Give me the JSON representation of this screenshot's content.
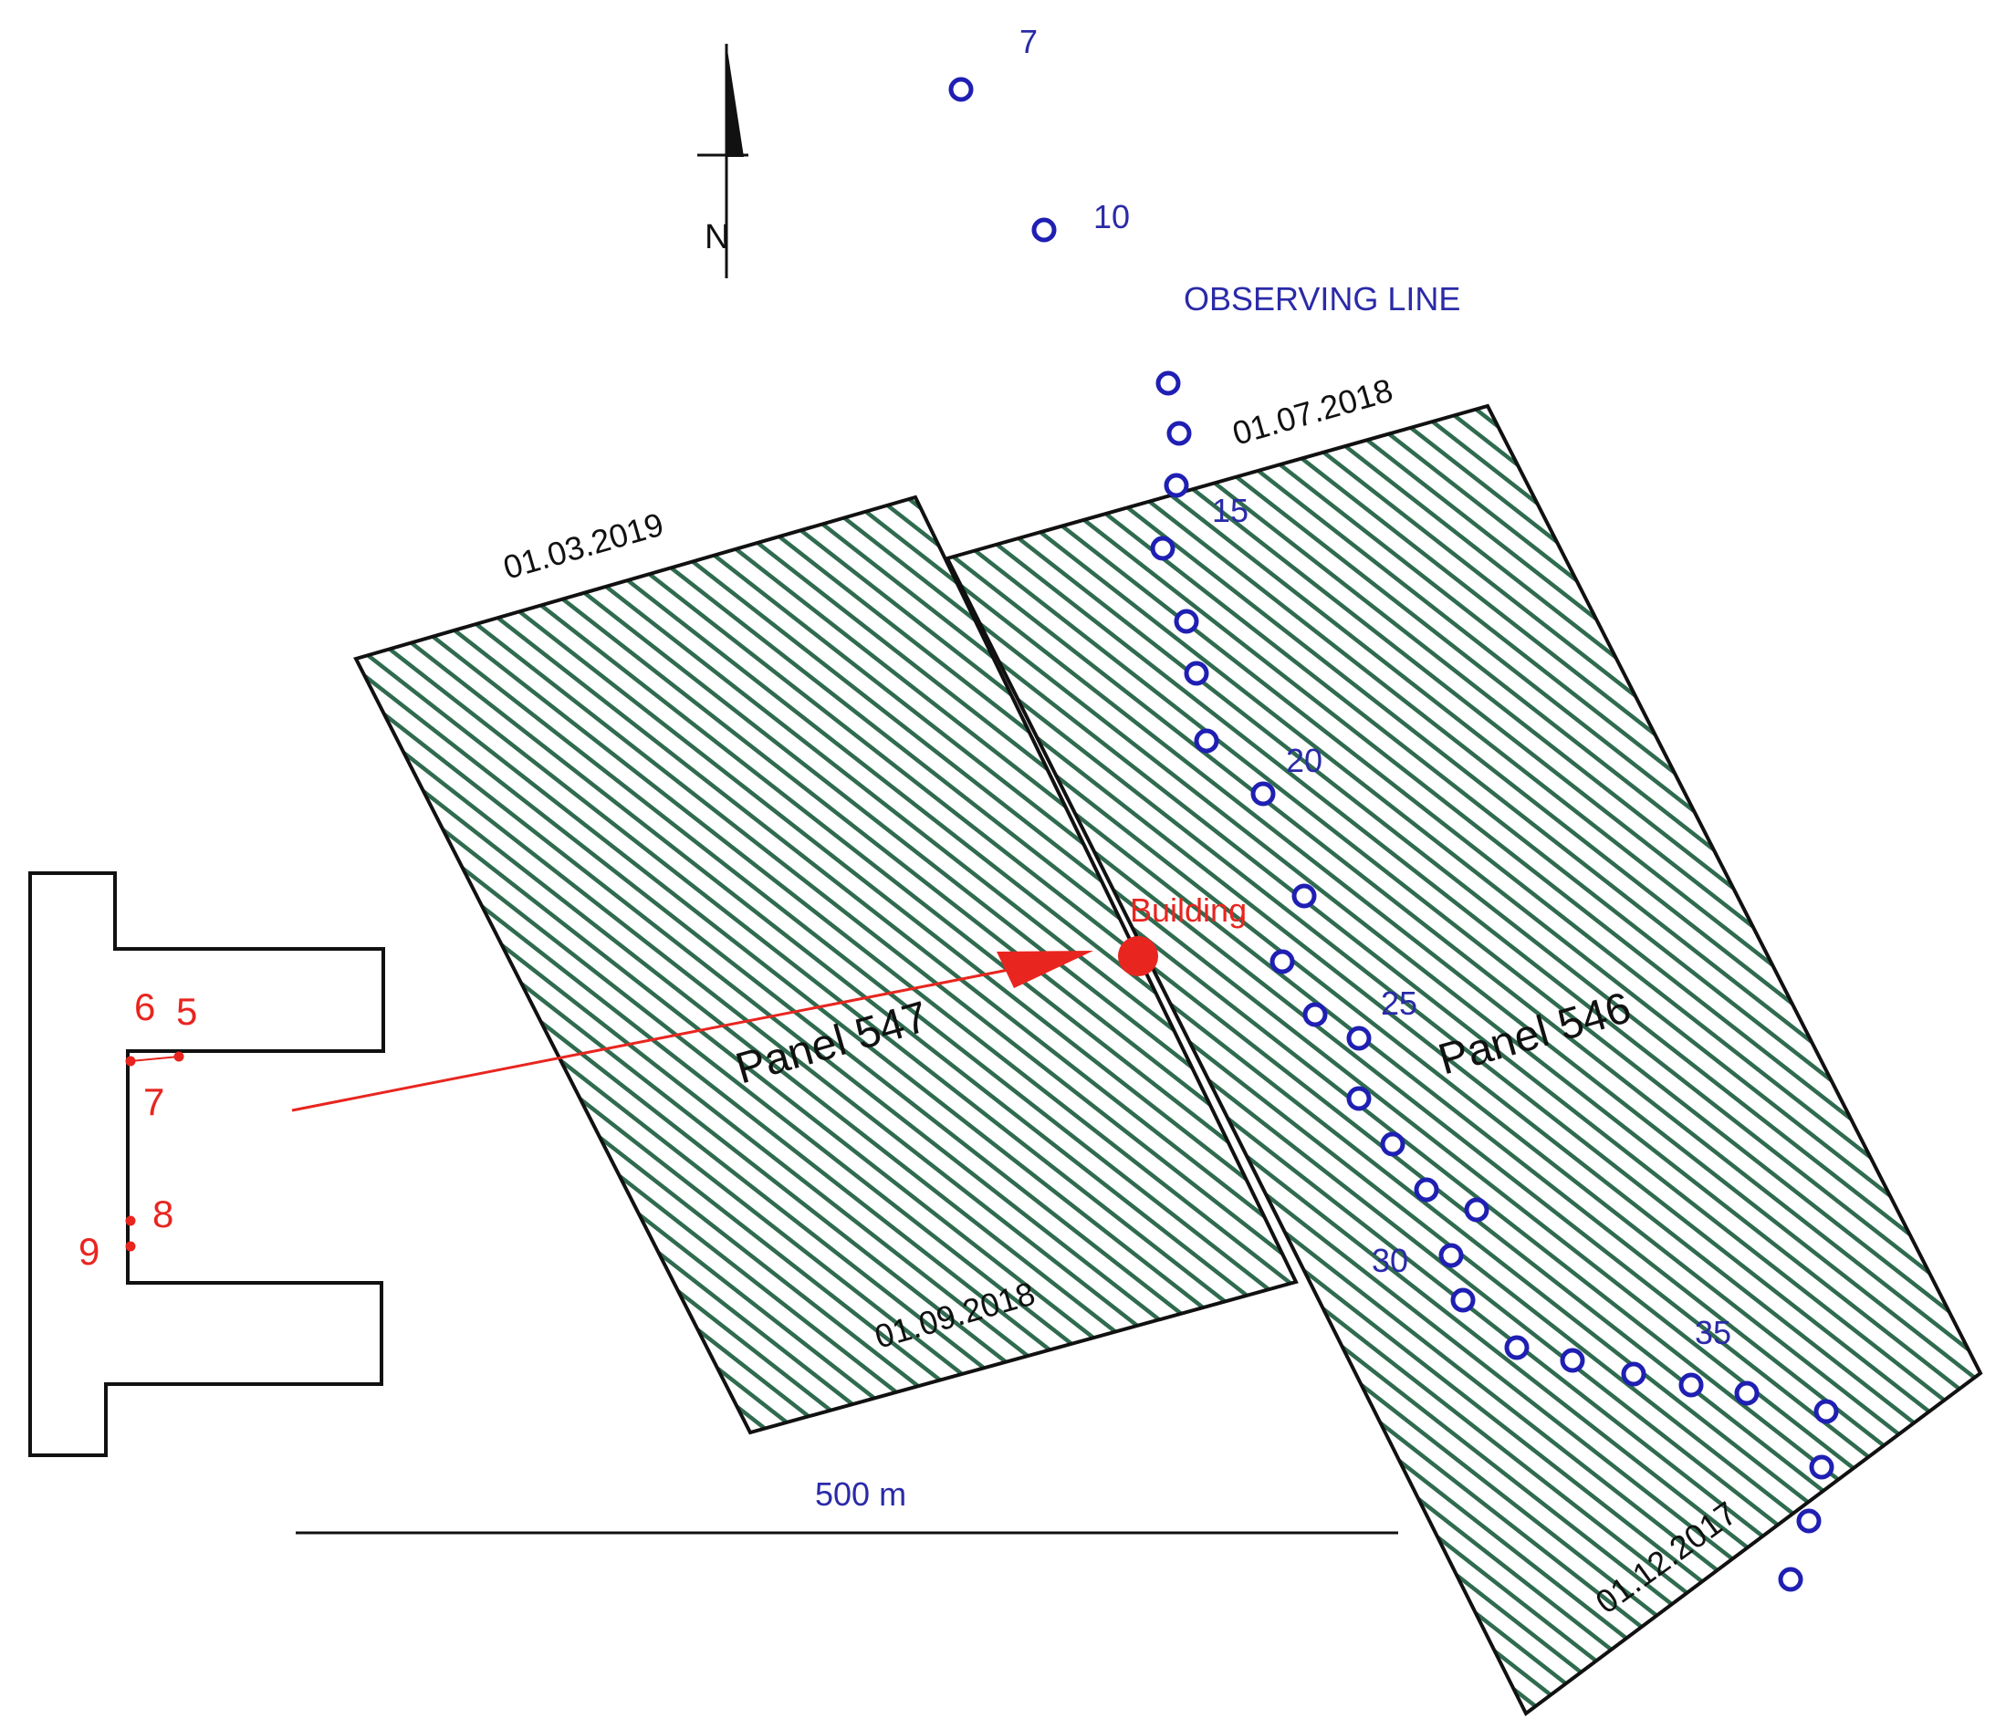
{
  "north_arrow": {
    "label": "N"
  },
  "observing_line": {
    "title": "OBSERVING LINE",
    "point_numbers": [
      "7",
      "10",
      "15",
      "20",
      "25",
      "30",
      "35"
    ],
    "color": "#1f1fb3"
  },
  "panels": [
    {
      "name": "Panel 547",
      "start_date": "01.03.2019",
      "end_date": "01.09.2018",
      "fill_color": "#2f6b4f"
    },
    {
      "name": "Panel 546",
      "start_date": "01.07.2018",
      "end_date": "01.12.2017",
      "fill_color": "#2f6b4f"
    }
  ],
  "building": {
    "label": "Building",
    "point_numbers": [
      "6",
      "5",
      "7",
      "8",
      "9"
    ],
    "color": "#e8251f"
  },
  "scale_bar": {
    "label": "500 m"
  }
}
